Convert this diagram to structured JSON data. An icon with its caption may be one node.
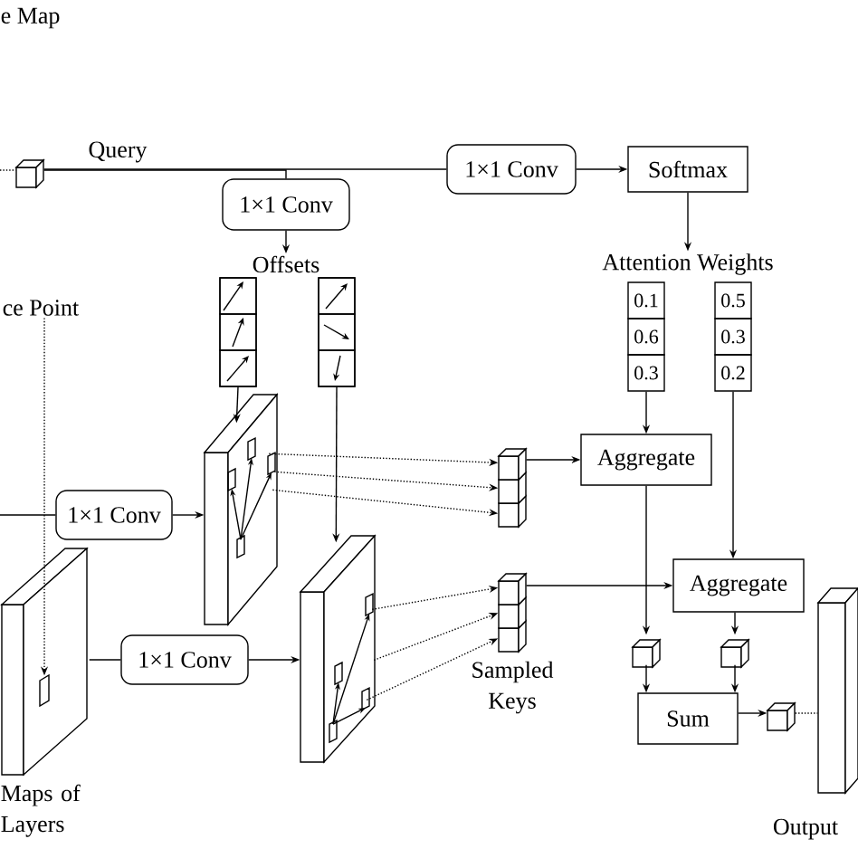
{
  "diagram": {
    "nodes": [
      {
        "text": [],
        "shape": "box"
      },
      {
        "text": [
          "1×1 Conv"
        ]
      },
      {
        "text": [
          "Softmax"
        ]
      },
      {
        "text": [
          "1×1 Conv"
        ]
      },
      {
        "text": [
          "Offsets"
        ]
      },
      {
        "text": [],
        "shape": "box"
      },
      {
        "text": [],
        "shape": "box"
      },
      {
        "text": [
          "Attention Weights"
        ]
      },
      {
        "text": [
          "0.1",
          "0.6",
          "0.3"
        ]
      },
      {
        "text": [
          "0.5",
          "0.3",
          "0.2"
        ]
      },
      {
        "text": [
          "ce Point"
        ]
      },
      {
        "text": [
          "1×1 Conv"
        ]
      },
      {
        "text": [],
        "shape": "box"
      },
      {
        "text": [],
        "shape": "box",
        "beside": [
          "Maps of Layers"
        ]
      },
      {
        "text": [],
        "shape": "box",
        "in": 13
      },
      {
        "text": [
          "1×1 Conv"
        ]
      },
      {
        "text": [],
        "shape": "box"
      },
      {
        "text": [],
        "shape": "box"
      },
      {
        "text": [],
        "shape": "box",
        "beside": [
          "Sampled Keys"
        ]
      },
      {
        "text": [
          "Aggregate"
        ]
      },
      {
        "text": [
          "Aggregate"
        ]
      },
      {
        "text": [],
        "shape": "box"
      },
      {
        "text": [],
        "shape": "box"
      },
      {
        "text": [
          "Sum"
        ]
      },
      {
        "text": [],
        "shape": "box"
      },
      {
        "text": [],
        "shape": "box",
        "beside": [
          "Output"
        ]
      }
    ],
    "edges": [
      {
        "from": null,
        "to": 0,
        "arrow": "none",
        "style": "dashed"
      },
      {
        "from": 0,
        "to": 1,
        "arrow": "none",
        "label": "Query"
      },
      {
        "from": 0,
        "to": 3,
        "arrow": "none"
      },
      {
        "from": 1,
        "to": 2,
        "arrow": "to"
      },
      {
        "from": 2,
        "to": 7,
        "arrow": "to"
      },
      {
        "from": 3,
        "to": 4,
        "arrow": "to"
      },
      {
        "from": 5,
        "to": 12,
        "arrow": "to"
      },
      {
        "from": 6,
        "to": 16,
        "arrow": "to"
      },
      {
        "from": null,
        "to": 11,
        "arrow": "none"
      },
      {
        "from": 11,
        "to": 12,
        "arrow": "to"
      },
      {
        "from": 13,
        "to": 15,
        "arrow": "none"
      },
      {
        "from": 15,
        "to": 16,
        "arrow": "to"
      },
      {
        "from": 12,
        "to": 17,
        "arrow": "to",
        "style": "dashed"
      },
      {
        "from": 12,
        "to": 17,
        "arrow": "to",
        "style": "dashed"
      },
      {
        "from": 12,
        "to": 17,
        "arrow": "to",
        "style": "dashed"
      },
      {
        "from": 16,
        "to": 18,
        "arrow": "to",
        "style": "dashed"
      },
      {
        "from": 16,
        "to": 18,
        "arrow": "to",
        "style": "dashed"
      },
      {
        "from": 16,
        "to": 18,
        "arrow": "to",
        "style": "dashed"
      },
      {
        "from": 17,
        "to": 19,
        "arrow": "to"
      },
      {
        "from": 18,
        "to": 20,
        "arrow": "to"
      },
      {
        "from": 8,
        "to": 19,
        "arrow": "to"
      },
      {
        "from": 9,
        "to": 20,
        "arrow": "to"
      },
      {
        "from": 19,
        "to": 21,
        "arrow": "to"
      },
      {
        "from": 20,
        "to": 22,
        "arrow": "to"
      },
      {
        "from": 21,
        "to": 23,
        "arrow": "to"
      },
      {
        "from": 22,
        "to": 23,
        "arrow": "to"
      },
      {
        "from": 23,
        "to": 24,
        "arrow": "to"
      },
      {
        "from": 24,
        "to": 25,
        "arrow": "none",
        "style": "dashed"
      },
      {
        "from": 10,
        "to": 14,
        "arrow": "to",
        "style": "dashed"
      }
    ],
    "labels": [
      "e Map"
    ]
  }
}
